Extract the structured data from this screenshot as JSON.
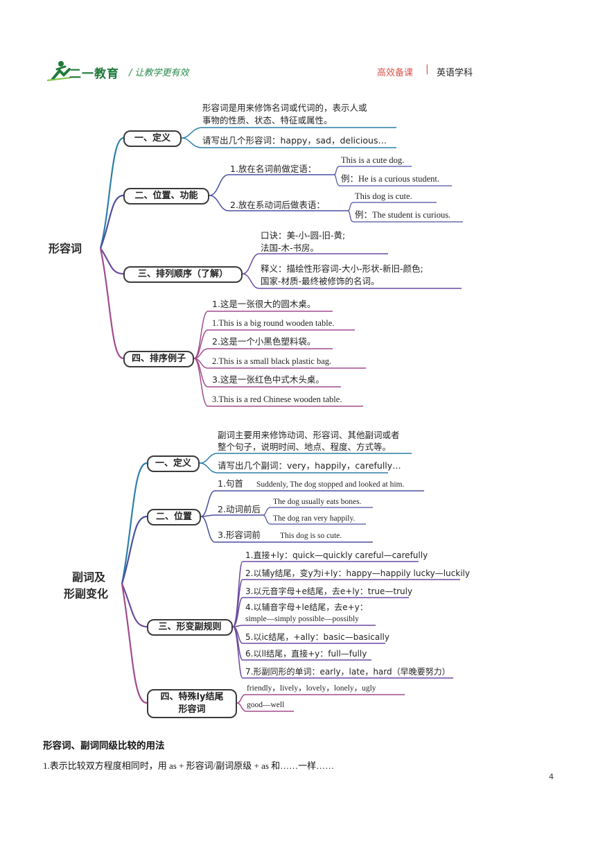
{
  "header": {
    "logo_text": "二一教育",
    "slogan": "/  让教学更有效",
    "right_label1": "高效备课",
    "separator": "|",
    "right_label2": "英语学科",
    "brand_color": "#1e7a3a",
    "accent_color": "#d9534f"
  },
  "map1": {
    "root": "形容词",
    "b1": {
      "label": "一、定义",
      "l1": "形容词是用来修饰名词或代词的，表示人或",
      "l2": "事物的性质、状态、特征或属性。",
      "l3": "请写出几个形容词：happy，sad，delicious…"
    },
    "b2": {
      "label": "二、位置、功能",
      "s1": "1.放在名词前做定语：",
      "s1a": "This is a cute dog.",
      "s1b": "例：He is a curious student.",
      "s2": "2.放在系动词后做表语：",
      "s2a": "This dog is cute.",
      "s2b": "例：The student is curious."
    },
    "b3": {
      "label": "三、排列顺序（了解）",
      "l1": "口诀：美-小-圆-旧-黄;",
      "l2": "法国-木-书房。",
      "l3": "释义：描绘性形容词-大小-形状-新旧-颜色;",
      "l4": "国家-材质-最终被修饰的名词。"
    },
    "b4": {
      "label": "四、排序例子",
      "e1": "1.这是一张很大的圆木桌。",
      "e2": "1.This is a big round wooden table.",
      "e3": "2.这是一个小黑色塑料袋。",
      "e4": "2.This is a small black plastic bag.",
      "e5": "3.这是一张红色中式木头桌。",
      "e6": "3.This is a red Chinese wooden table."
    }
  },
  "map2": {
    "root1": "副词及",
    "root2": "形副变化",
    "b1": {
      "label": "一、定义",
      "l1": "副词主要用来修饰动词、形容词、其他副词或者",
      "l2": "整个句子，说明时间、地点、程度、方式等。",
      "l3": "请写出几个副词：very，happily，carefully…"
    },
    "b2": {
      "label": "二、位置",
      "s1": "1.句首",
      "s1a": "Suddenly, The dog stopped and looked at him.",
      "s2": "2.动词前后",
      "s2a": "The dog usually eats bones.",
      "s2b": "The dog ran very happily.",
      "s3": "3.形容词前",
      "s3a": "This dog is so cute."
    },
    "b3": {
      "label": "三、形变副规则",
      "r1": "1.直接+ly：quick—quickly  careful—carefully",
      "r2": "2.以辅y结尾，变y为i+ly：happy—happily  lucky—luckily",
      "r3": "3.以元音字母+e结尾，去e+ly：true—truly",
      "r4a": "4.以辅音字母+le结尾，去e+y：",
      "r4b": "simple—simply  possible—possibly",
      "r5": "5.以ic结尾，+ally：basic—basically",
      "r6": "6.以ll结尾，直接+y：full—fully",
      "r7": "7.形副同形的单词：early，late，hard（早晚要努力）"
    },
    "b4": {
      "label1": "四、特殊ly结尾",
      "label2": "形容词",
      "l1": "friendly，lively，lovely，lonely，ugly",
      "l2": "good—well"
    }
  },
  "footer": {
    "section_title": "形容词、副词同级比较的用法",
    "line1": "1.表示比较双方程度相同时，用 as +  形容词/副词原级  + as      和……一样……",
    "page_number": "4"
  }
}
